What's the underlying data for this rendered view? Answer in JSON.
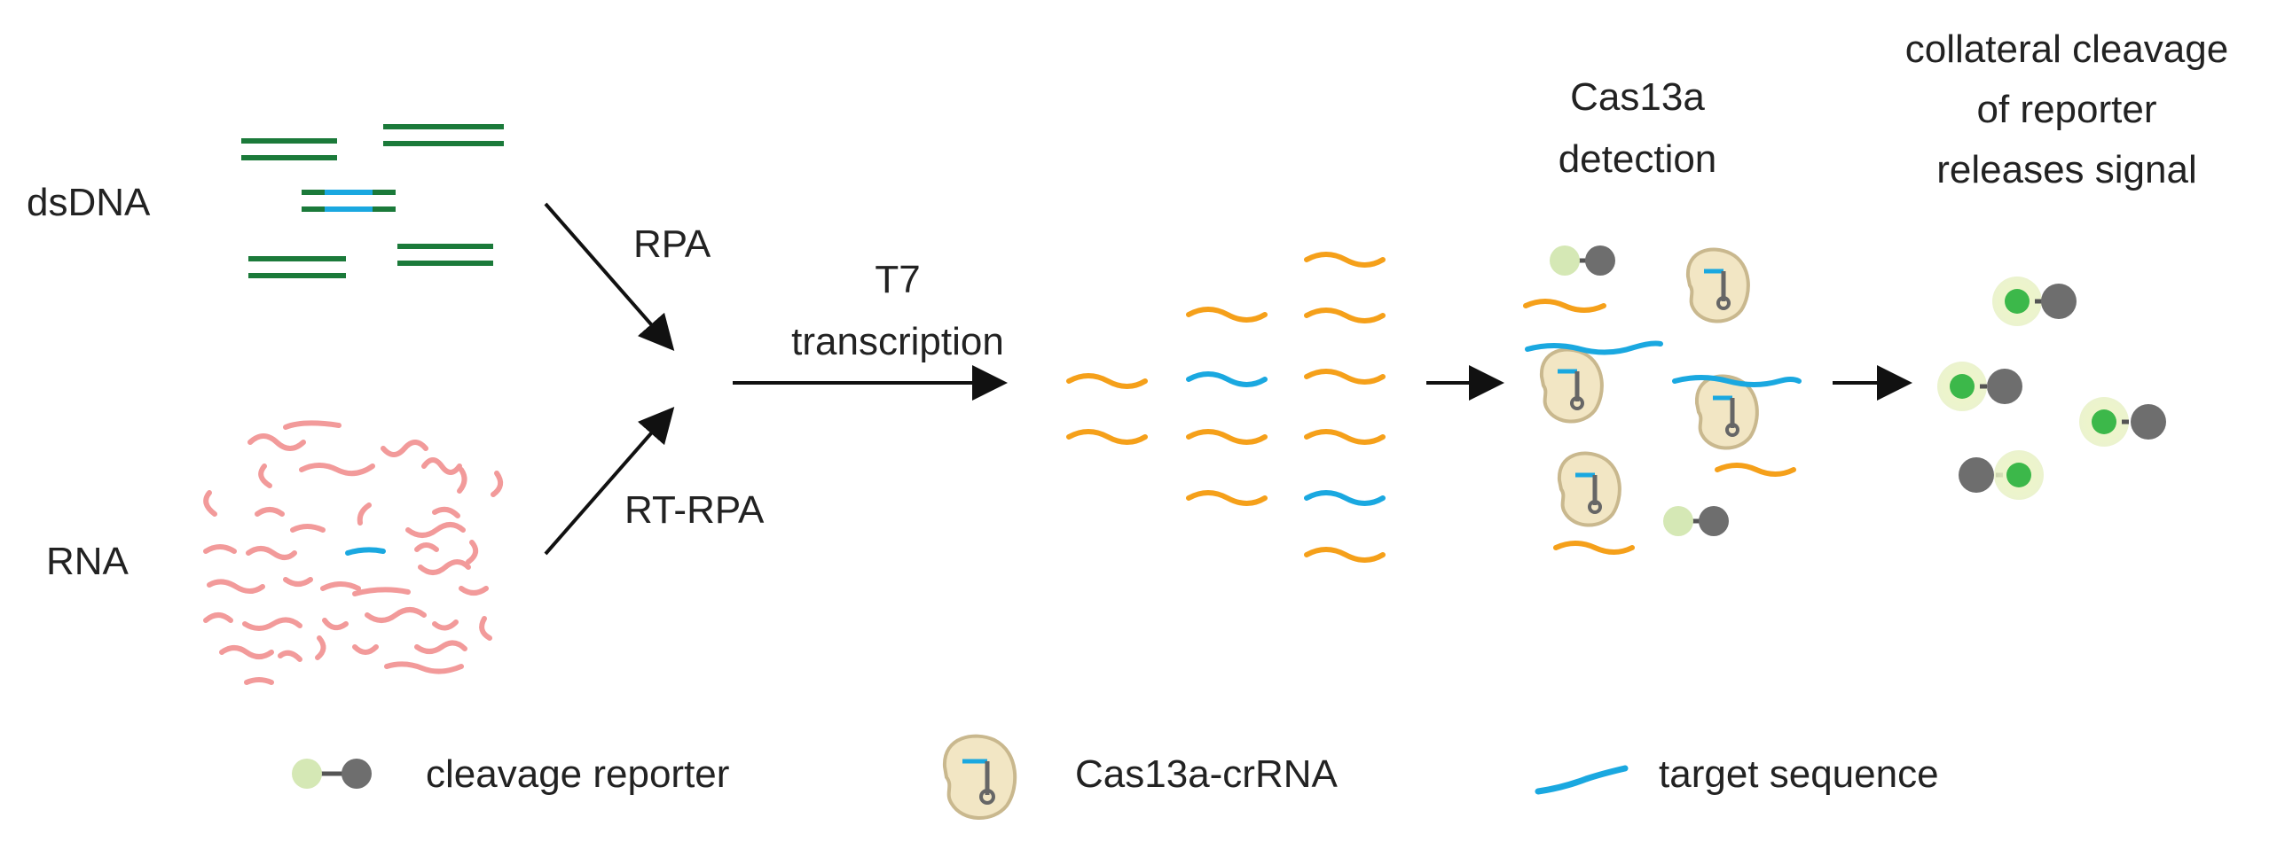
{
  "labels": {
    "dsDNA": "dsDNA",
    "RNA": "RNA",
    "RPA": "RPA",
    "RT_RPA": "RT-RPA",
    "T7_line1": "T7",
    "T7_line2": "transcription",
    "detection_line1": "Cas13a",
    "detection_line2": "detection",
    "collateral_line1": "collateral cleavage",
    "collateral_line2": "of reporter",
    "collateral_line3": "releases signal"
  },
  "legend": {
    "reporter": "cleavage reporter",
    "cas13": "Cas13a-crRNA",
    "target": "target sequence"
  },
  "colors": {
    "dna": "#1b7a3a",
    "target": "#1aa8e0",
    "rna": "#f29a9a",
    "amplicon": "#f5a01a",
    "protein_fill": "#f2e6c4",
    "protein_stroke": "#c9b88e",
    "reporter_quencher": "#6e6e6e",
    "reporter_fluor_dim": "#d5e8b5",
    "reporter_fluor_bright": "#3cb84a",
    "arrow": "#111111"
  }
}
